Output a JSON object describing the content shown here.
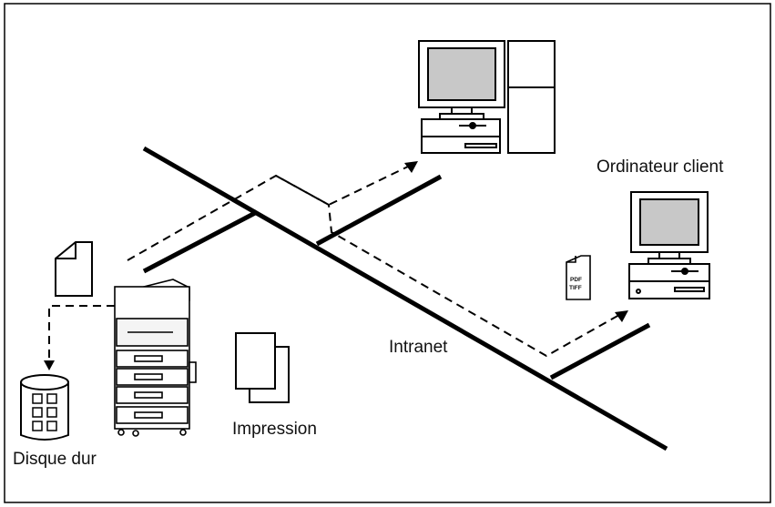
{
  "labels": {
    "client": "Ordinateur client",
    "intranet": "Intranet",
    "print": "Impression",
    "disk": "Disque dur",
    "file_type_1": "PDF",
    "file_type_2": "TIFF"
  },
  "colors": {
    "line": "#000000",
    "screen": "#c8c8c8",
    "background": "#ffffff"
  }
}
